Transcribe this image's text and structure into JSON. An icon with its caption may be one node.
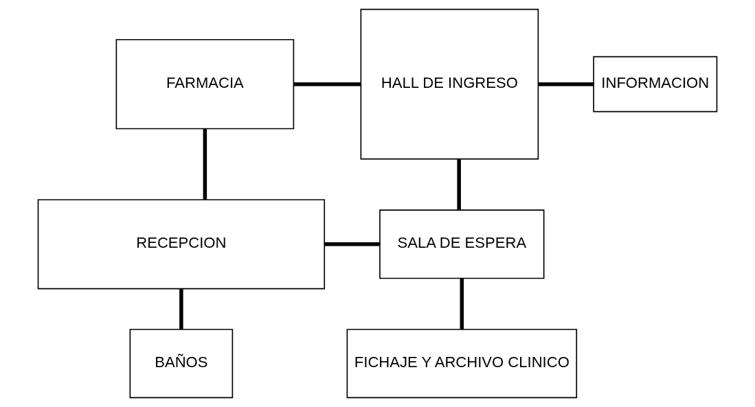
{
  "diagram": {
    "nodes": [
      {
        "text": [
          "FARMACIA"
        ]
      },
      {
        "text": [
          "HALL DE INGRESO"
        ]
      },
      {
        "text": [
          "INFORMACION"
        ]
      },
      {
        "text": [
          "RECEPCION"
        ]
      },
      {
        "text": [
          "SALA DE ESPERA"
        ]
      },
      {
        "text": [
          "FICHAJE Y ARCHIVO CLINICO"
        ]
      },
      {
        "text": [
          "BAÑOS"
        ]
      }
    ],
    "edges": [
      {
        "from": 0,
        "to": 1,
        "arrow": "none"
      },
      {
        "from": 1,
        "to": 2,
        "arrow": "none"
      },
      {
        "from": 0,
        "to": 3,
        "arrow": "none"
      },
      {
        "from": 1,
        "to": 4,
        "arrow": "none"
      },
      {
        "from": 3,
        "to": 4,
        "arrow": "none"
      },
      {
        "from": 4,
        "to": 5,
        "arrow": "none"
      },
      {
        "from": 3,
        "to": 6,
        "arrow": "none"
      }
    ]
  }
}
